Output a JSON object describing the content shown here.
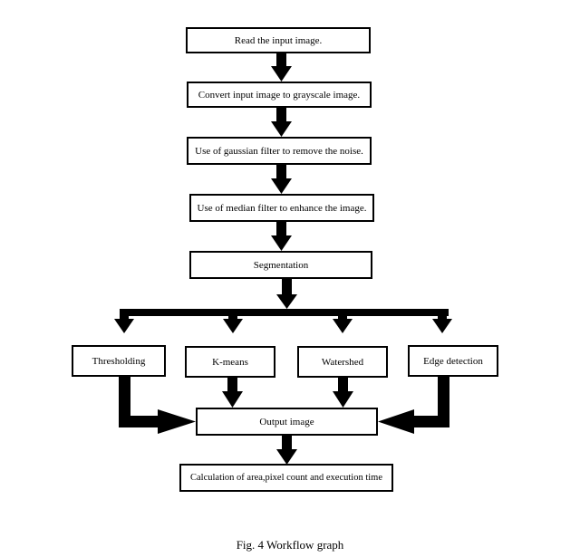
{
  "nodes": {
    "read_input": "Read the input image.",
    "grayscale": "Convert input image to grayscale image.",
    "gaussian": "Use of gaussian filter to remove the noise.",
    "median": "Use of median filter to enhance the image.",
    "segmentation": "Segmentation",
    "thresholding": "Thresholding",
    "kmeans": "K-means",
    "watershed": "Watershed",
    "edge_detection": "Edge detection",
    "output": "Output image",
    "calculation": "Calculation of area,pixel count and execution time"
  },
  "edges": [
    {
      "from": "read_input",
      "to": "grayscale"
    },
    {
      "from": "grayscale",
      "to": "gaussian"
    },
    {
      "from": "gaussian",
      "to": "median"
    },
    {
      "from": "median",
      "to": "segmentation"
    },
    {
      "from": "segmentation",
      "to": "thresholding"
    },
    {
      "from": "segmentation",
      "to": "kmeans"
    },
    {
      "from": "segmentation",
      "to": "watershed"
    },
    {
      "from": "segmentation",
      "to": "edge_detection"
    },
    {
      "from": "thresholding",
      "to": "output"
    },
    {
      "from": "kmeans",
      "to": "output"
    },
    {
      "from": "watershed",
      "to": "output"
    },
    {
      "from": "edge_detection",
      "to": "output"
    },
    {
      "from": "output",
      "to": "calculation"
    }
  ],
  "caption": "Fig. 4 Workflow graph",
  "colors": {
    "line": "#000000",
    "box_fill": "#ffffff",
    "text": "#000000"
  }
}
